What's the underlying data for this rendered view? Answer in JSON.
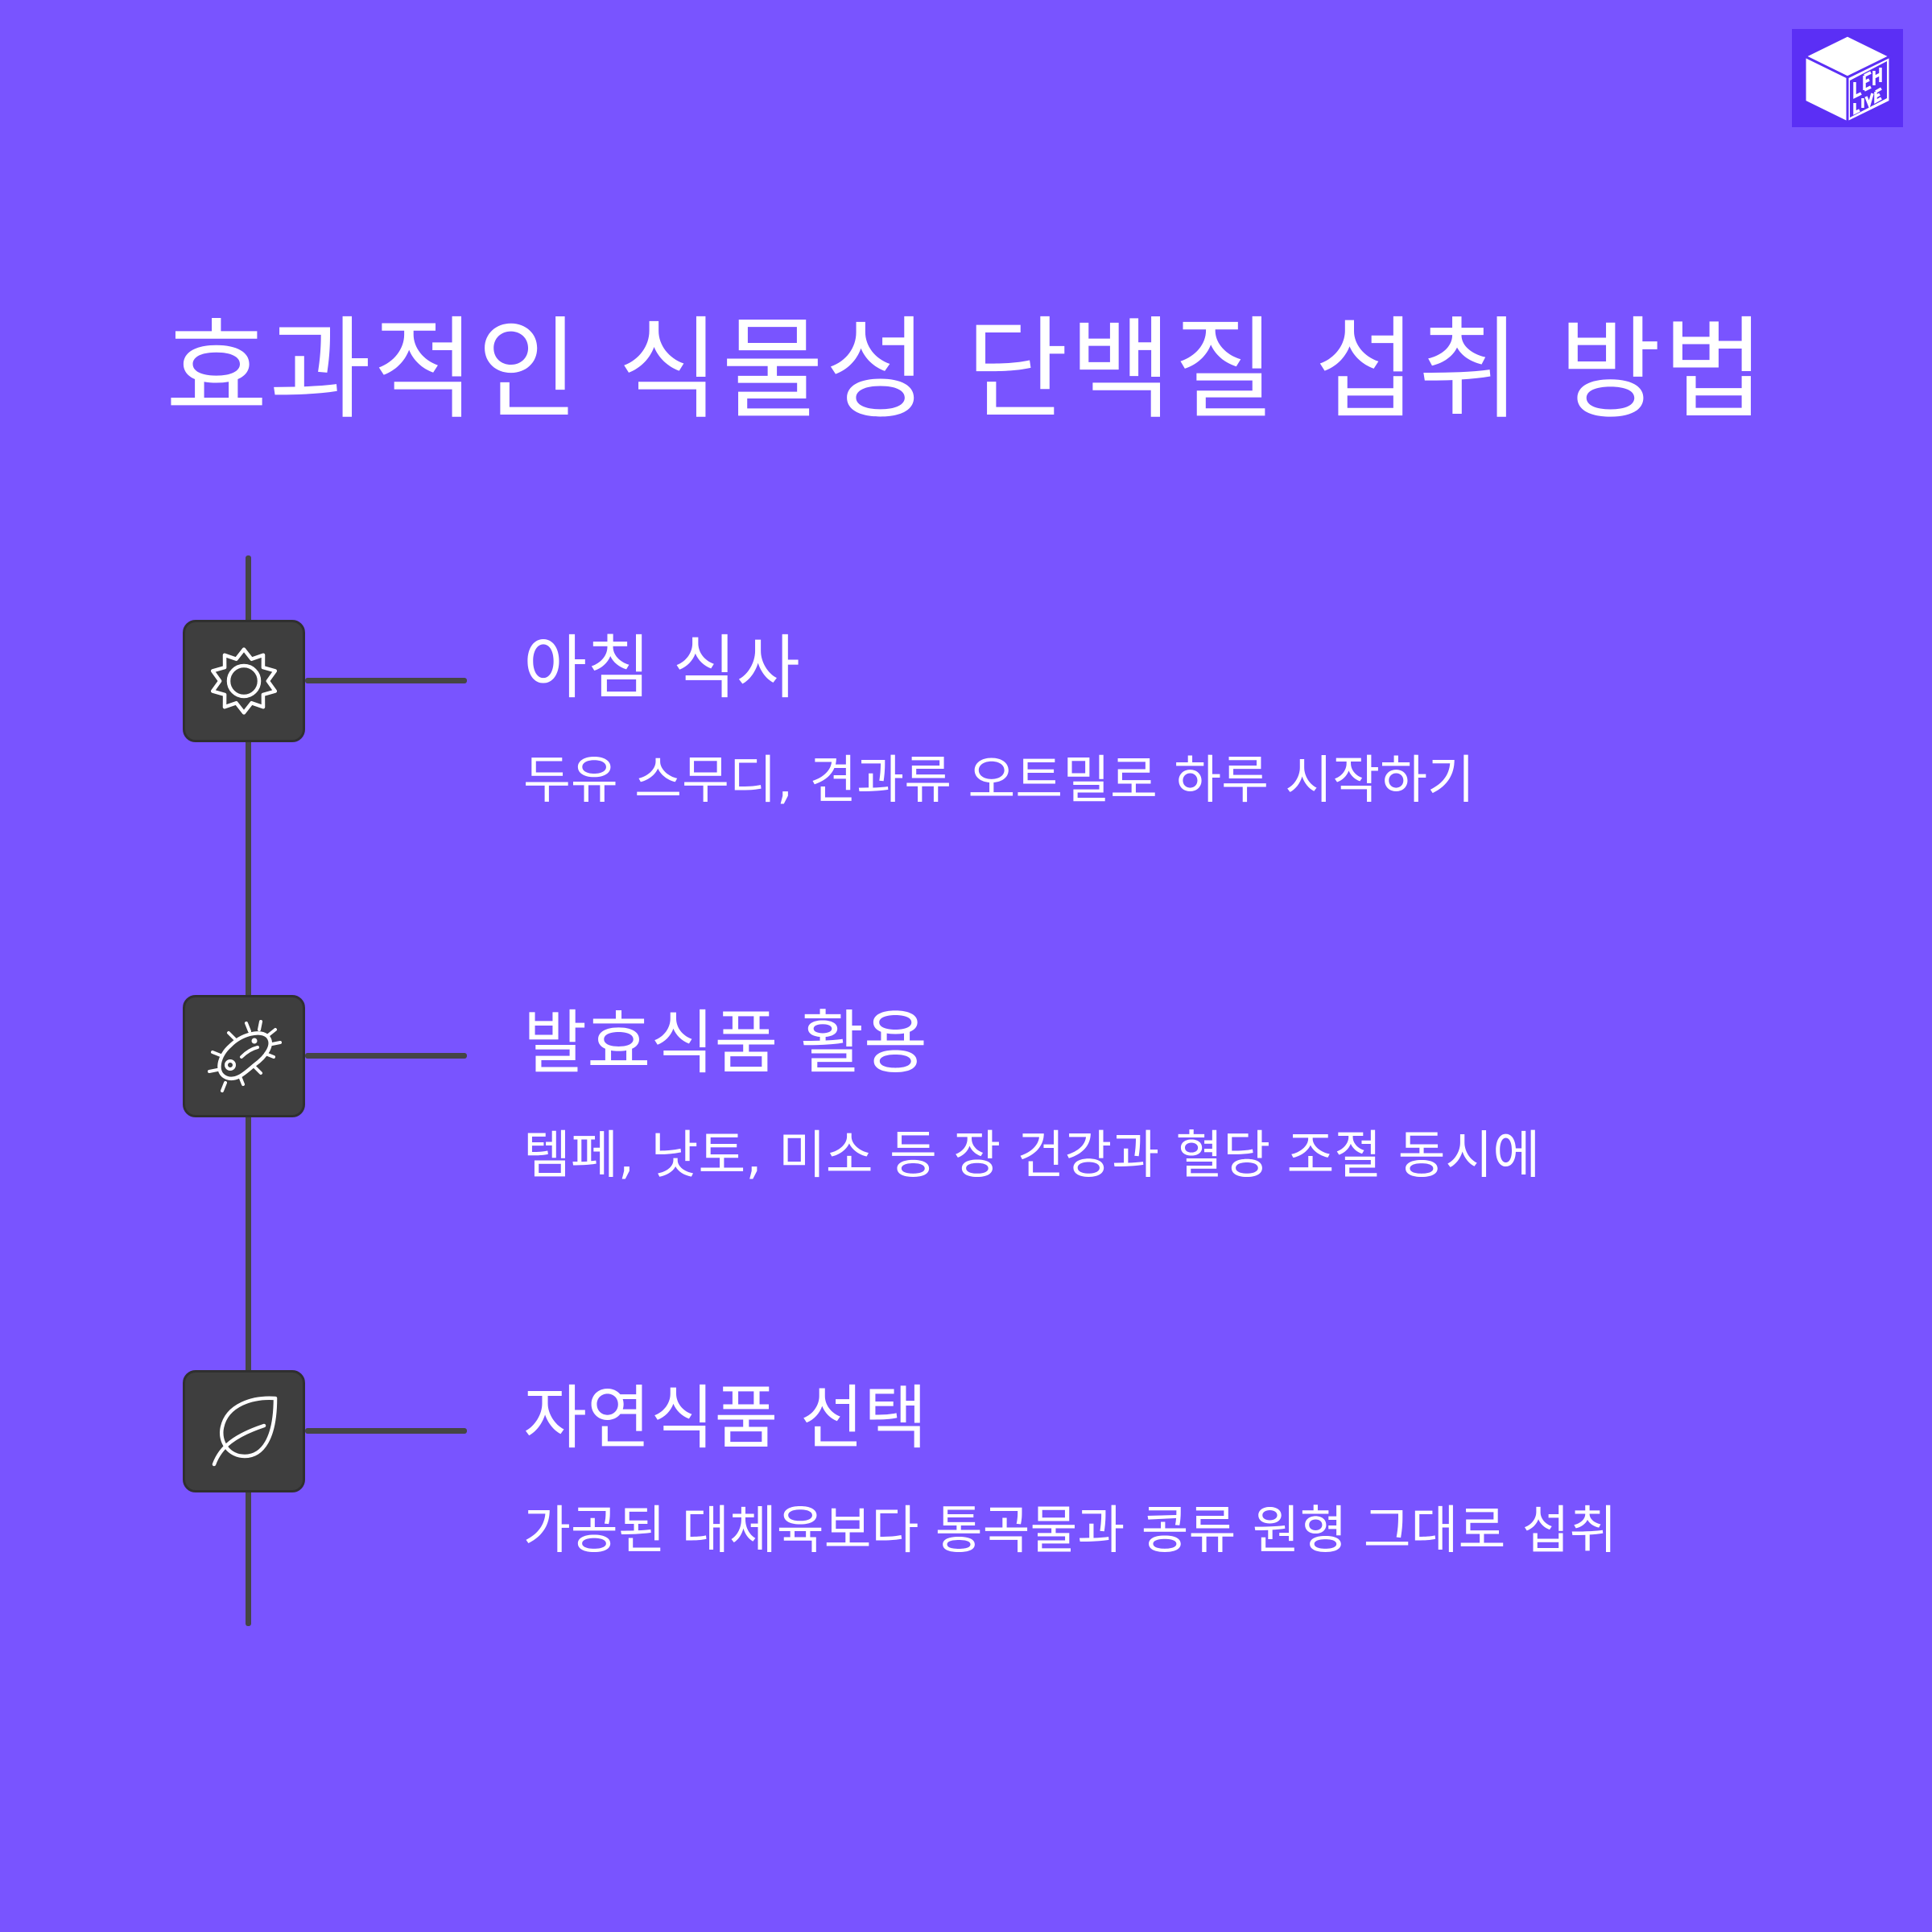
{
  "title": "효과적인 식물성 단백질 섭취 방법",
  "logo": {
    "icon": "lehu-live-cube-logo-icon"
  },
  "steps": [
    {
      "icon": "sun-icon",
      "title": "아침 식사",
      "description": "두유 스무디, 견과류 오트밀로 하루 시작하기"
    },
    {
      "icon": "bacteria-icon",
      "title": "발효식품 활용",
      "description": "템페, 낫토, 미소 등 장 건강과 혈당 조절 동시에"
    },
    {
      "icon": "leaf-icon",
      "title": "자연식품 선택",
      "description": "가공된 대체육보다 통곡물과 콩류 원형 그대로 섭취"
    }
  ],
  "colors": {
    "background": "#7954FF",
    "icon_box": "#3E3E3E",
    "line": "#454545",
    "text": "#FFFFFF",
    "logo_bg": "#5B2FF5"
  }
}
